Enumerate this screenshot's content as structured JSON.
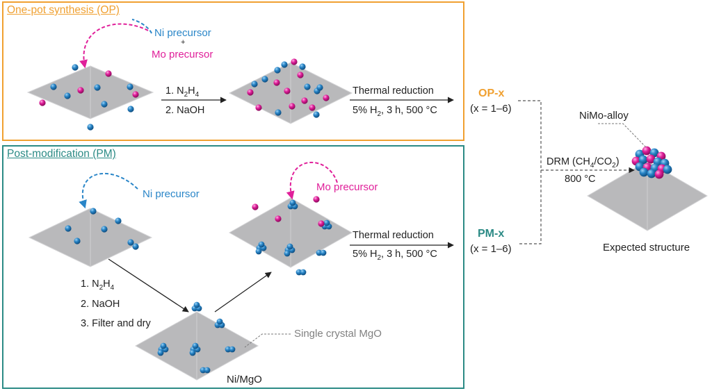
{
  "colors": {
    "op": "#f0a030",
    "pm": "#2b8a85",
    "ni": "#2a86c8",
    "mo": "#e0209a",
    "surface": "#b9b9bb",
    "surface_edge": "#d4d4d6",
    "text": "#222222",
    "muted": "#808080"
  },
  "op_panel": {
    "title": "One-pot synthesis (OP)",
    "ni_precursor": "Ni precursor",
    "plus": "+",
    "mo_precursor": "Mo precursor",
    "steps": {
      "n2h4": "1. N",
      "n2h4_sub2": "2",
      "n2h4_h": "H",
      "n2h4_sub4": "4",
      "naoh": "2. NaOH"
    },
    "thermal": {
      "title": "Thermal reduction",
      "cond_a": "5% H",
      "cond_sub": "2",
      "cond_b": ", 3 h, 500 °C"
    }
  },
  "pm_panel": {
    "title": "Post-modification (PM)",
    "ni_precursor": "Ni precursor",
    "mo_precursor": "Mo precursor",
    "steps": {
      "n2h4": "1. N",
      "n2h4_sub2": "2",
      "n2h4_h": "H",
      "n2h4_sub4": "4",
      "naoh": "2. NaOH",
      "filter": "3. Filter and dry"
    },
    "thermal": {
      "title": "Thermal reduction",
      "cond_a": "5% H",
      "cond_sub": "2",
      "cond_b": ", 3 h, 500 °C"
    },
    "single_crystal": "Single crystal MgO",
    "ni_mgo": "Ni/MgO"
  },
  "right": {
    "op_x": "OP-x",
    "op_range": "(x = 1–6)",
    "pm_x": "PM-x",
    "pm_range": "(x = 1–6)",
    "drm_a": "DRM (CH",
    "drm_sub4": "4",
    "drm_b": "/CO",
    "drm_sub2": "2",
    "drm_c": ")",
    "temp": "800 °C",
    "nimo_alloy": "NiMo-alloy",
    "expected": "Expected structure"
  }
}
